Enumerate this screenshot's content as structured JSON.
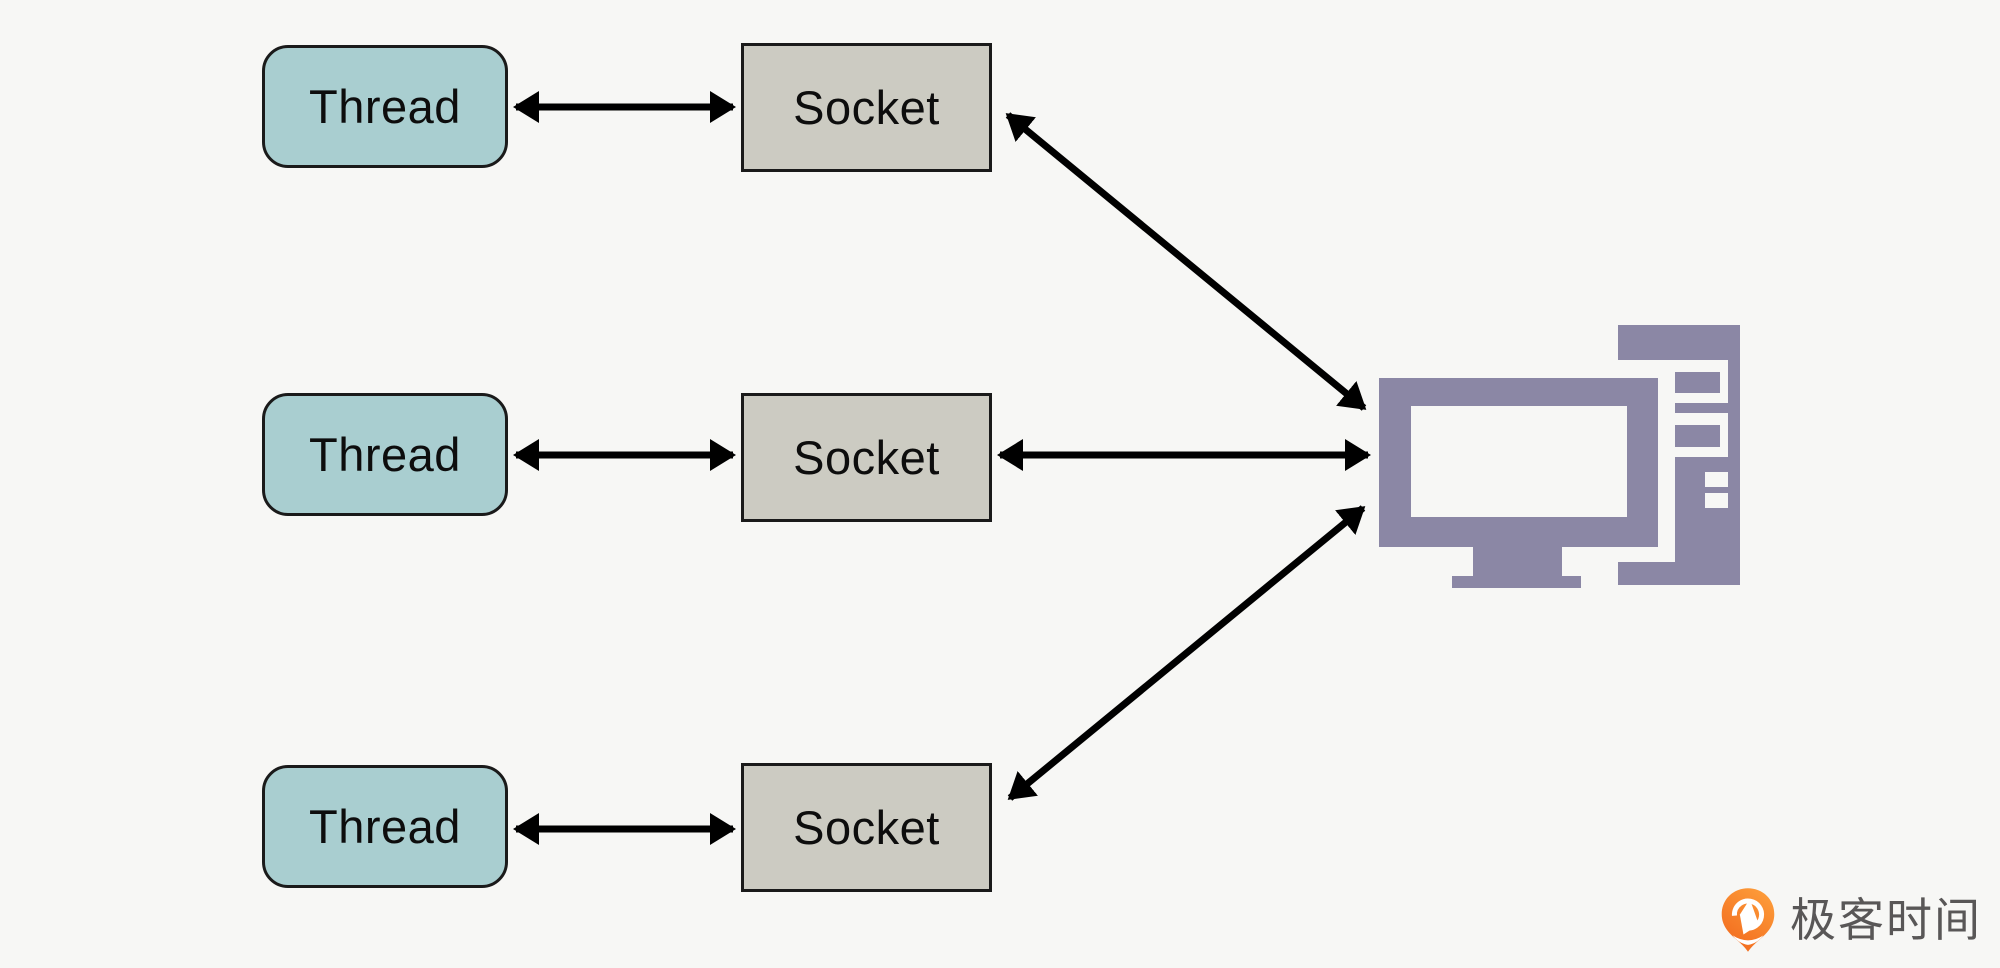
{
  "colors": {
    "background": "#f7f7f5",
    "thread_fill": "#a9ced0",
    "socket_fill": "#cccbc2",
    "box_border": "#1a1a1a",
    "arrow": "#000000",
    "computer": "#8b87a5",
    "screen": "#fbfbfb",
    "logo_orange": "#f2691d",
    "logo_orange_light": "#fd9d3a",
    "logo_text": "#595757"
  },
  "diagram": {
    "rows": [
      {
        "thread": "Thread",
        "socket": "Socket"
      },
      {
        "thread": "Thread",
        "socket": "Socket"
      },
      {
        "thread": "Thread",
        "socket": "Socket"
      }
    ],
    "server": {
      "icon": "desktop-computer-icon"
    },
    "connections": [
      "thread-1 <-> socket-1",
      "thread-2 <-> socket-2",
      "thread-3 <-> socket-3",
      "socket-1 <-> computer",
      "socket-2 <-> computer",
      "socket-3 <-> computer"
    ]
  },
  "branding": {
    "text": "极客时间",
    "icon": "geektime-logo-icon"
  }
}
